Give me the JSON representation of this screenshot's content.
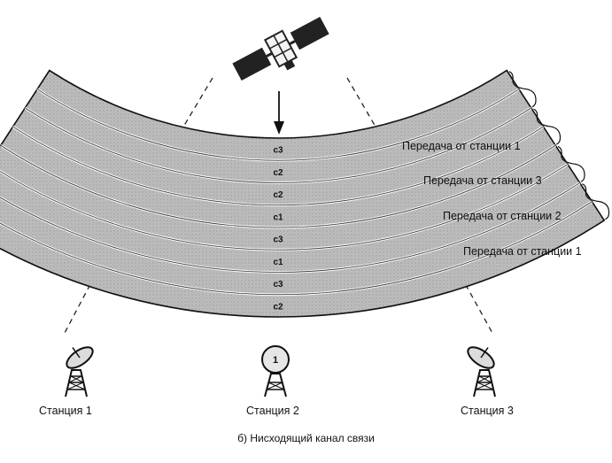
{
  "diagram": {
    "caption": "б) Нисходящий канал связи",
    "band_labels": [
      "с3",
      "с2",
      "с2",
      "с1",
      "с3",
      "с1",
      "с3",
      "с2"
    ],
    "transmissions": [
      "Передача от станции 1",
      "Передача от станции 3",
      "Передача от станции 2",
      "Передача от станции 1"
    ],
    "stations": [
      "Станция 1",
      "Станция 2",
      "Станция 3"
    ],
    "station2_dish_label": "1",
    "satellite_icon": "satellite-icon",
    "colors": {
      "ink": "#111111",
      "band_fill": "#b9b9b9",
      "band_line": "#f2f2f2"
    }
  }
}
